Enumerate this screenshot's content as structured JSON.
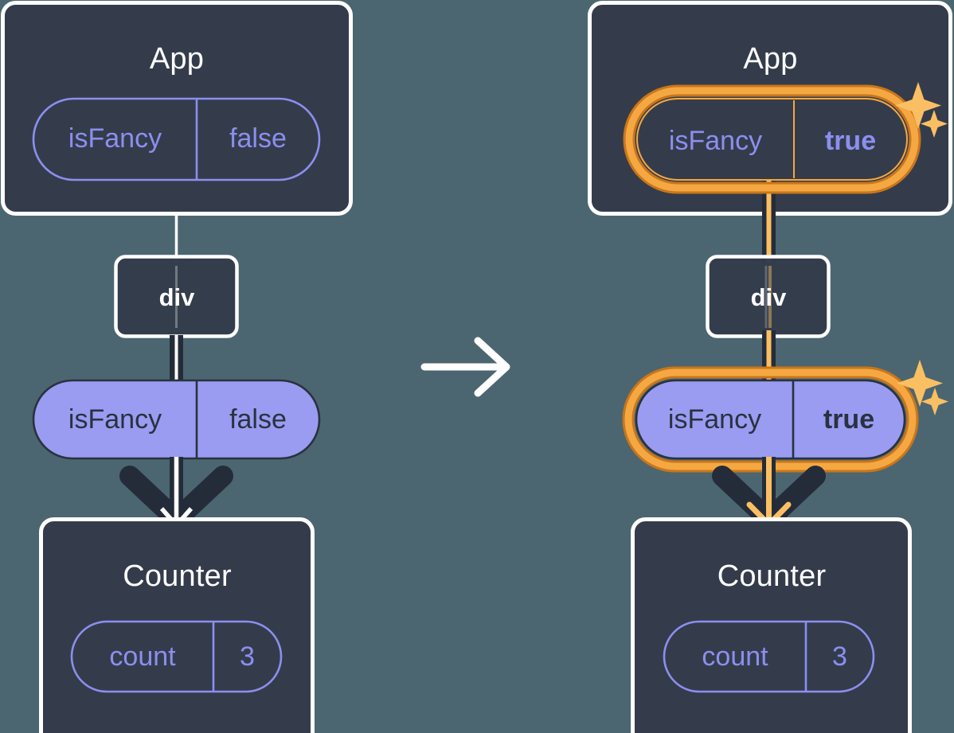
{
  "diagram": {
    "type": "react-state-propagation",
    "title_left": "App",
    "title_right": "App",
    "transition_icon": "right-arrow-icon",
    "colors": {
      "background": "#4b6670",
      "card": "#343c4b",
      "card_border": "#ffffff",
      "lavender_fill": "#9a9cf2",
      "lavender_stroke": "#8b8ff0",
      "lavender_text_dark": "#29323f",
      "highlight_outer": "#c9761c",
      "highlight_inner": "#f5a841",
      "sparkle": "#fbbf63",
      "arrow_dark": "#242c3a",
      "arrow_light": "#ffffff",
      "arrow_amber": "#fbbf63",
      "text_white": "#ffffff"
    },
    "panels": [
      {
        "id": "before",
        "highlighted": false,
        "app": {
          "label": "App",
          "state": {
            "key": "isFancy",
            "value": "false",
            "highlighted": false,
            "filled": false
          }
        },
        "div": {
          "label": "div"
        },
        "prop": {
          "key": "isFancy",
          "value": "false",
          "highlighted": false,
          "filled": true
        },
        "counter": {
          "label": "Counter",
          "state": {
            "key": "count",
            "value": "3",
            "highlighted": false,
            "filled": false
          }
        },
        "sparkles": []
      },
      {
        "id": "after",
        "highlighted": true,
        "app": {
          "label": "App",
          "state": {
            "key": "isFancy",
            "value": "true",
            "highlighted": true,
            "filled": false
          }
        },
        "div": {
          "label": "div"
        },
        "prop": {
          "key": "isFancy",
          "value": "true",
          "highlighted": true,
          "filled": true
        },
        "counter": {
          "label": "Counter",
          "state": {
            "key": "count",
            "value": "3",
            "highlighted": false,
            "filled": false
          }
        },
        "sparkles": [
          "sparkle-large",
          "sparkle-small"
        ]
      }
    ]
  }
}
